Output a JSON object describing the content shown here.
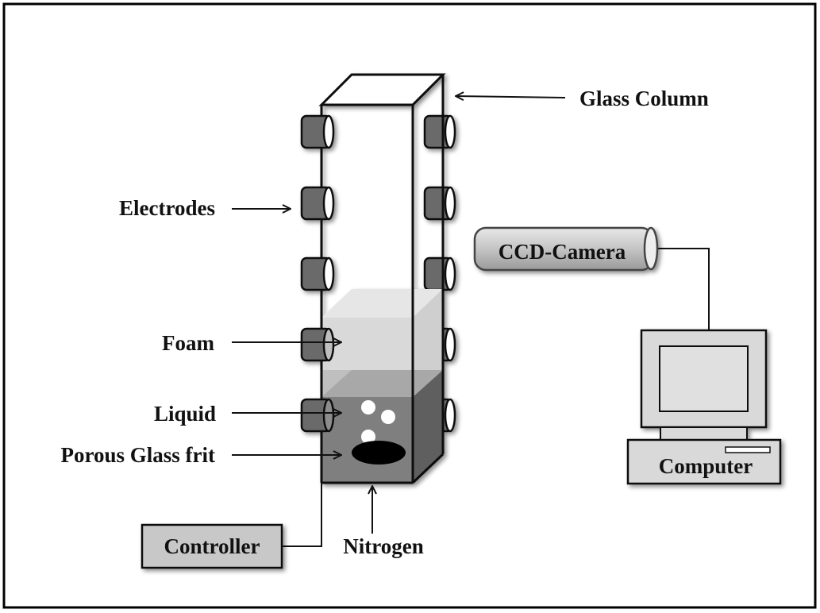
{
  "labels": {
    "glass_column": "Glass Column",
    "electrodes": "Electrodes",
    "foam": "Foam",
    "liquid": "Liquid",
    "porous_glass_frit": "Porous Glass frit",
    "controller": "Controller",
    "nitrogen": "Nitrogen",
    "ccd_camera": "CCD-Camera",
    "computer": "Computer"
  },
  "colors": {
    "outline": "#1a1a1a",
    "electrode": "#6b6b6b",
    "foam_light": "#e6e6e6",
    "foam_mid": "#cfcfcf",
    "liquid": "#7f7f7f",
    "frit": "#000000",
    "box_fill": "#c8c8c8",
    "computer_fill": "#d9d9d9"
  }
}
